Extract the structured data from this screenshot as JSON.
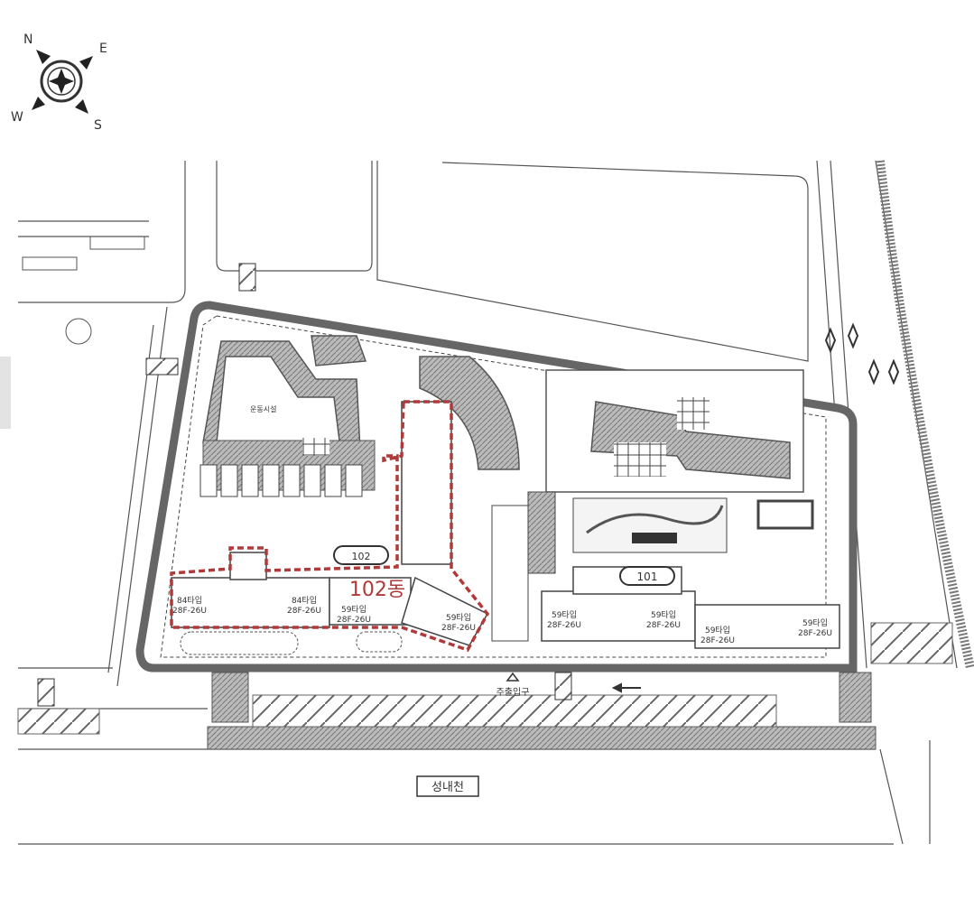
{
  "compass": {
    "north": "N",
    "east": "E",
    "south": "S",
    "west": "W"
  },
  "buildings": {
    "b102": {
      "number": "102",
      "highlight_label": "102동",
      "highlight_color": "#b03a3a",
      "units": [
        {
          "type": "84타입",
          "spec": "28F-26U"
        },
        {
          "type": "84타입",
          "spec": "28F-26U"
        },
        {
          "type": "59타입",
          "spec": "28F-26U"
        },
        {
          "type": "59타입",
          "spec": "28F-26U"
        }
      ]
    },
    "b101": {
      "number": "101",
      "units": [
        {
          "type": "59타입",
          "spec": "28F-26U"
        },
        {
          "type": "59타입",
          "spec": "28F-26U"
        },
        {
          "type": "59타입",
          "spec": "28F-26U"
        },
        {
          "type": "59타입",
          "spec": "28F-26U"
        }
      ]
    }
  },
  "facilities": {
    "sports": "운동시설"
  },
  "entrance": {
    "label": "주출입구"
  },
  "stream": {
    "label": "성내천"
  },
  "colors": {
    "line": "#444444",
    "hatch": "#888888",
    "highlight": "#b03a3a"
  }
}
